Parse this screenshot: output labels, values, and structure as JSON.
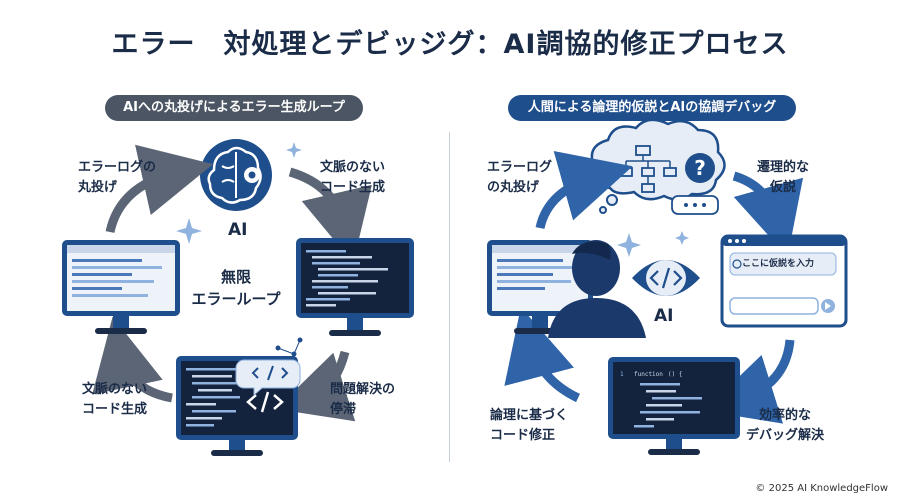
{
  "title": "エラー　対処理とデビッジグ：AI調協的修正プロセス",
  "left": {
    "pill": "AIへの丸投げによるエラー生成ループ",
    "labels": {
      "top_left": "エラーログの\n丸投げ",
      "top_right": "文脈のない\nコード生成",
      "bottom_left": "文脈のない\nコード生成",
      "bottom_right": "問題解決の\n停滞",
      "ai": "AI",
      "center": "無限\nエラーループ"
    }
  },
  "right": {
    "pill": "人間による論理的仮説とAIの協調デバッグ",
    "labels": {
      "top_left": "エラーログ\nの丸投げ",
      "top_right": "遷理的な\n仮説",
      "bottom_left": "論理に基づく\nコード修正",
      "bottom_right": "効率的な\nデバッグ解決",
      "ai": "AI",
      "input_placeholder": "ここに仮説を入力",
      "code_keyword": "function"
    }
  },
  "footer": "© 2025 AI KnowledgeFlow",
  "colors": {
    "navy": "#1b2c48",
    "blue": "#1f4e8c",
    "gray_pill": "#4b5563",
    "arrow_gray": "#5b6575",
    "arrow_blue": "#2f64a8"
  }
}
